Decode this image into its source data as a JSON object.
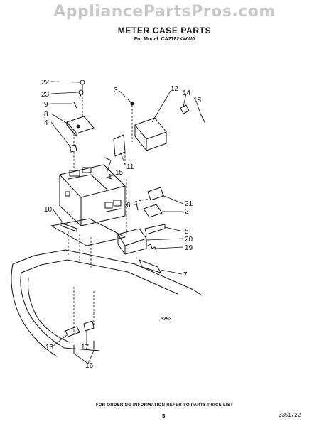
{
  "watermark": "AppliancePartsPros.com",
  "header": {
    "title": "METER CASE PARTS",
    "subtitle": "For Model: CA2762XWW0"
  },
  "diagram": {
    "code": "5293",
    "callouts": [
      "22",
      "23",
      "9",
      "8",
      "4",
      "3",
      "12",
      "14",
      "18",
      "1",
      "15",
      "11",
      "10",
      "6",
      "21",
      "2",
      "5",
      "20",
      "19",
      "7",
      "13",
      "17",
      "16"
    ]
  },
  "footer": {
    "order_note": "FOR ORDERING INFORMATION REFER TO PARTS PRICE LIST",
    "page_number": "5",
    "document_number": "3351722"
  }
}
